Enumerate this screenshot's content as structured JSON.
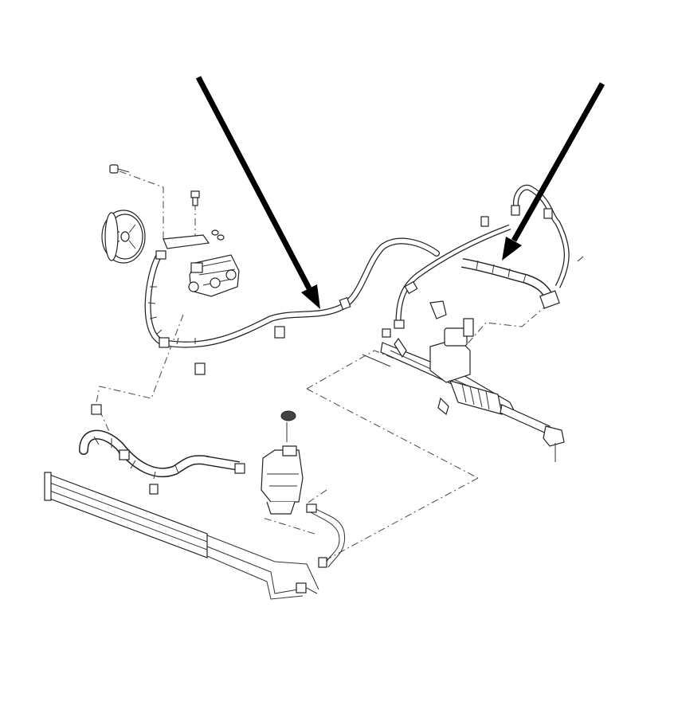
{
  "diagram": {
    "kind": "power-steering-system-exploded-view",
    "parts": [
      {
        "id": "pump-pulley",
        "icon": "pulley-icon"
      },
      {
        "id": "steering-pump",
        "icon": "pump-icon"
      },
      {
        "id": "pressure-hose",
        "icon": "hose-icon"
      },
      {
        "id": "return-hose",
        "icon": "hose-icon"
      },
      {
        "id": "steering-gear-rack",
        "icon": "rack-icon"
      },
      {
        "id": "fluid-reservoir",
        "icon": "reservoir-icon"
      },
      {
        "id": "oil-cooler",
        "icon": "cooler-icon"
      },
      {
        "id": "cooler-hose",
        "icon": "hose-icon"
      }
    ],
    "callout_arrows": [
      {
        "id": "arrow-left",
        "points_to": "pressure-hose"
      },
      {
        "id": "arrow-right",
        "points_to": "return-hose"
      }
    ],
    "colors": {
      "line": "#222222",
      "arrow": "#000000",
      "background": "#ffffff"
    }
  }
}
